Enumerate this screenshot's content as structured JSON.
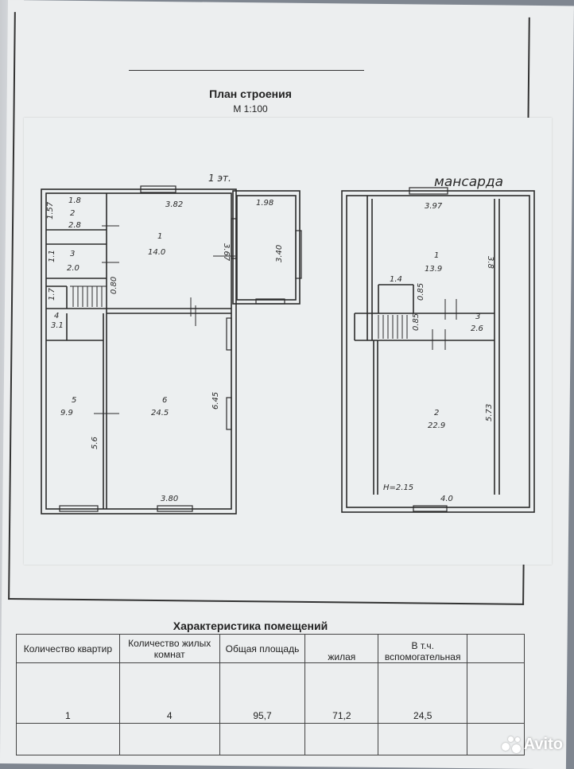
{
  "document": {
    "title": "План строения",
    "scale": "М 1:100"
  },
  "plan_left": {
    "floor_label": "1 эт.",
    "labels": {
      "r2_top": "1.8",
      "r2_side": "1.57",
      "r2_num": "2",
      "r2_area": "2.8",
      "r3_side": "1.1",
      "r3_num": "3",
      "r3_area": "2.0",
      "r4_side": "1.7",
      "r4_num": "4",
      "r4_area": "3.1",
      "r1_width": "3.82",
      "r1_height": "3.67",
      "r1_num": "1",
      "r1_area": "14.0",
      "r1_door": "0.80",
      "porch_width": "1.98",
      "porch_height": "3.40",
      "r5_num": "5",
      "r5_area": "9.9",
      "r5_height": "5.6",
      "r6_num": "6",
      "r6_area": "24.5",
      "r6_height": "6.45",
      "r6_width": "3.80"
    }
  },
  "plan_right": {
    "floor_label": "мансарда",
    "labels": {
      "r1_width": "3.97",
      "r1_height": "3.8",
      "r1_num": "1",
      "r1_area": "13.9",
      "stair_top": "1.4",
      "stair_v1": "0.85",
      "stair_v2": "0.85",
      "r3_num": "3",
      "r3_area": "2.6",
      "r2_num": "2",
      "r2_area": "22.9",
      "r2_height": "5.73",
      "ceiling": "H=2.15",
      "r2_width": "4.0"
    }
  },
  "characteristics": {
    "title": "Характеристика помещений",
    "headers": {
      "apartments": "Количество квартир",
      "rooms": "Количество жилых комнат",
      "total_area": "Общая площадь",
      "living": "жилая",
      "incl": "В т.ч.",
      "auxiliary": "вспомогательная"
    },
    "row": {
      "apartments": "1",
      "rooms": "4",
      "total_area": "95,7",
      "living": "71,2",
      "auxiliary": "24,5"
    }
  },
  "watermark": {
    "text": "Avito"
  }
}
